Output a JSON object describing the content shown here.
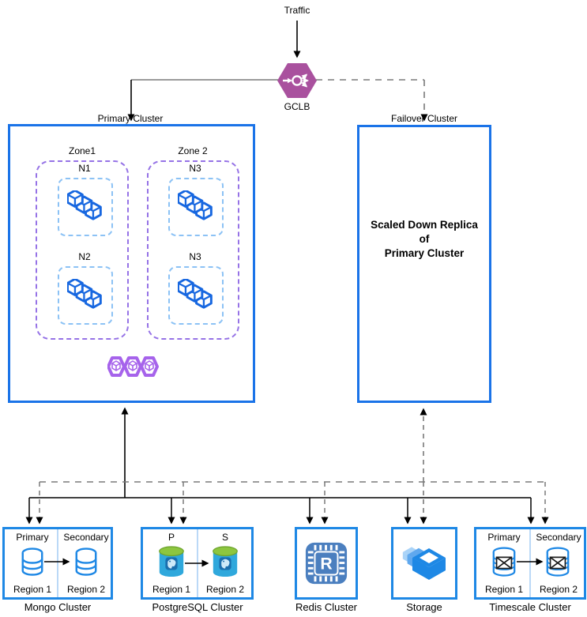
{
  "top": {
    "traffic_label": "Traffic",
    "gclb_label": "GCLB"
  },
  "primary_cluster": {
    "title": "Primary Cluster",
    "zones": [
      {
        "label": "Zone1",
        "nodes": [
          {
            "label": "N1"
          },
          {
            "label": "N2"
          }
        ]
      },
      {
        "label": "Zone 2",
        "nodes": [
          {
            "label": "N3"
          },
          {
            "label": "N3"
          }
        ]
      }
    ]
  },
  "failover_cluster": {
    "title": "Failover Cluster",
    "body": {
      "line1": "Scaled Down Replica",
      "line2": "of",
      "line3": "Primary Cluster"
    }
  },
  "databases": {
    "mongo": {
      "name": "Mongo Cluster",
      "primary_label": "Primary",
      "secondary_label": "Secondary",
      "region1": "Region 1",
      "region2": "Region 2"
    },
    "postgres": {
      "name": "PostgreSQL Cluster",
      "primary_label": "P",
      "secondary_label": "S",
      "region1": "Region 1",
      "region2": "Region 2"
    },
    "redis": {
      "name": "Redis Cluster",
      "letter": "R"
    },
    "storage": {
      "name": "Storage"
    },
    "timescale": {
      "name": "Timescale Cluster",
      "primary_label": "Primary",
      "secondary_label": "Secondary",
      "region1": "Region 1",
      "region2": "Region 2"
    }
  },
  "colors": {
    "cluster_border": "#1A73E8",
    "db_border": "#1E88E5",
    "zone_dash": "#9673E6",
    "node_dash": "#8CC2F5",
    "gclb_purple": "#A9519E",
    "hex_purple": "#A663EB",
    "line_gray": "#7A7A7A",
    "pg_green": "#8DC63F",
    "pg_body": "#2FA8DC",
    "redis_blue": "#4B7FBF",
    "storage_blue": "#1E88E5"
  }
}
